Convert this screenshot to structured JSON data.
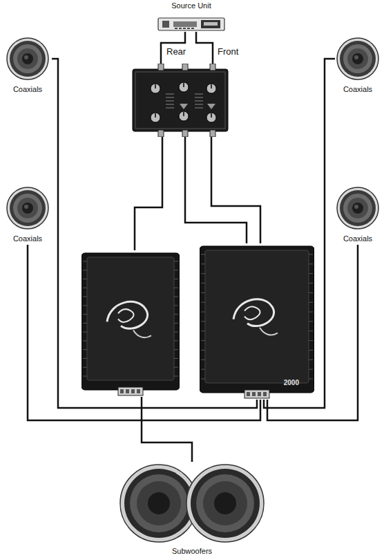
{
  "diagram": {
    "nodes": [
      {
        "text": [
          "Source Unit"
        ]
      },
      {
        "text": [
          "Coaxials"
        ]
      },
      {
        "text": [
          "Coaxials"
        ]
      },
      {
        "text": []
      },
      {
        "text": [
          "Coaxials"
        ]
      },
      {
        "text": [
          "Coaxials"
        ]
      },
      {
        "text": []
      },
      {
        "text": [
          "2000"
        ]
      },
      {
        "text": [
          "Subwoofers"
        ]
      }
    ],
    "edges": [
      {
        "from": 0,
        "to": 3,
        "label": "Rear",
        "arrow": "none"
      },
      {
        "from": 0,
        "to": 3,
        "label": "Front",
        "arrow": "none"
      },
      {
        "from": 3,
        "to": 6,
        "arrow": "none"
      },
      {
        "from": 3,
        "to": 7,
        "arrow": "none"
      },
      {
        "from": 3,
        "to": 7,
        "arrow": "none"
      },
      {
        "from": 7,
        "to": 1,
        "arrow": "none"
      },
      {
        "from": 7,
        "to": 2,
        "arrow": "none"
      },
      {
        "from": 7,
        "to": 4,
        "arrow": "none"
      },
      {
        "from": 7,
        "to": 5,
        "arrow": "none"
      },
      {
        "from": 6,
        "to": 8,
        "arrow": "none"
      }
    ]
  }
}
